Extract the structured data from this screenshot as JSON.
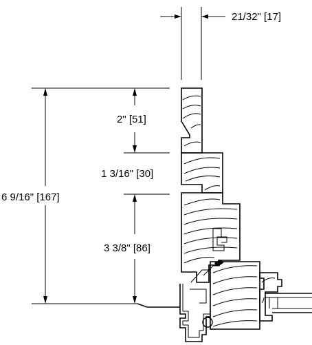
{
  "dimensions": {
    "thickness": "21/32\" [17]",
    "top_segment": "2\" [51]",
    "middle_segment": "1 3/16\" [30]",
    "bottom_segment": "3 3/8\" [86]",
    "overall_height": "6 9/16\" [167]"
  }
}
